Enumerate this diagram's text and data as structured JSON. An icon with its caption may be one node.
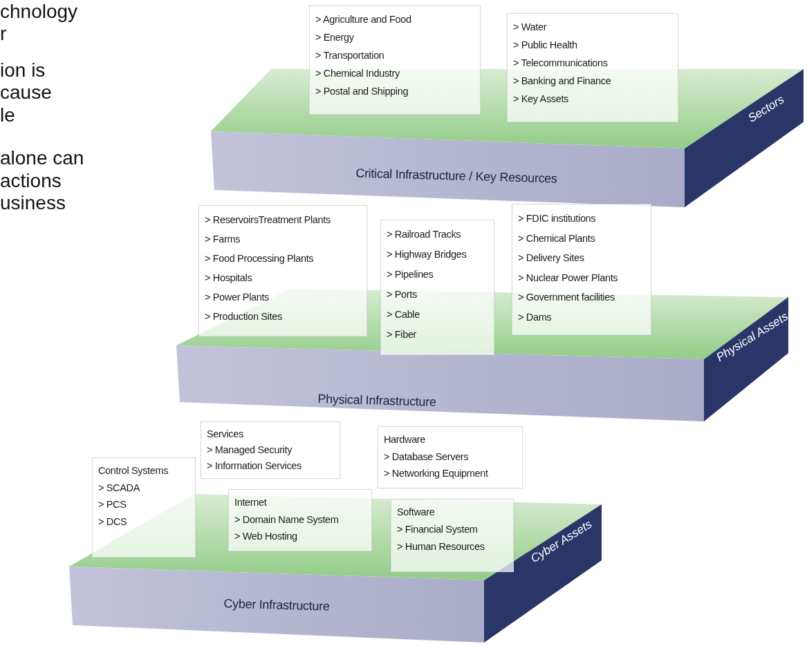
{
  "diagram": {
    "nodes": [
      {
        "text": [
          "> Agriculture and Food",
          "> Energy",
          "> Transportation",
          "> Chemical Industry",
          "> Postal and Shipping"
        ]
      },
      {
        "text": [
          "> Water",
          "> Public Health",
          "> Telecommunications",
          "> Banking and Finance",
          "> Key Assets"
        ]
      },
      {
        "text": [
          "Critical Infrastructure / Key Resources",
          "Sectors"
        ]
      },
      {
        "text": [
          "> ReservoirsTreatment Plants",
          "> Farms",
          "> Food Processing Plants",
          "> Hospitals",
          "> Power Plants",
          "> Production Sites"
        ]
      },
      {
        "text": [
          "> Railroad Tracks",
          "> Highway Bridges",
          "> Pipelines",
          "> Ports",
          "> Cable",
          "> Fiber"
        ]
      },
      {
        "text": [
          "> FDIC institutions",
          "> Chemical Plants",
          "> Delivery Sites",
          "> Nuclear Power Plants",
          "> Government facilities",
          "> Dams"
        ]
      },
      {
        "text": [
          "Physical Infrastructure",
          "Physical Assets"
        ]
      },
      {
        "text": [
          "Services",
          "> Managed Security",
          "> Information Services"
        ]
      },
      {
        "text": [
          "Hardware",
          "> Database Servers",
          "> Networking Equipment"
        ]
      },
      {
        "text": [
          "Control Systems",
          "> SCADA",
          "> PCS",
          "> DCS"
        ]
      },
      {
        "text": [
          "Internet",
          "> Domain Name System",
          "> Web Hosting"
        ]
      },
      {
        "text": [
          "Software",
          "> Financial System",
          "> Human Resources"
        ],
        "in": 12
      },
      {
        "text": [
          "Cyber Infrastructure",
          "Cyber Assets"
        ]
      }
    ],
    "labels": [
      "chnology",
      "r",
      "ion is",
      "cause",
      "le",
      "alone can",
      "actions",
      "usiness"
    ]
  }
}
